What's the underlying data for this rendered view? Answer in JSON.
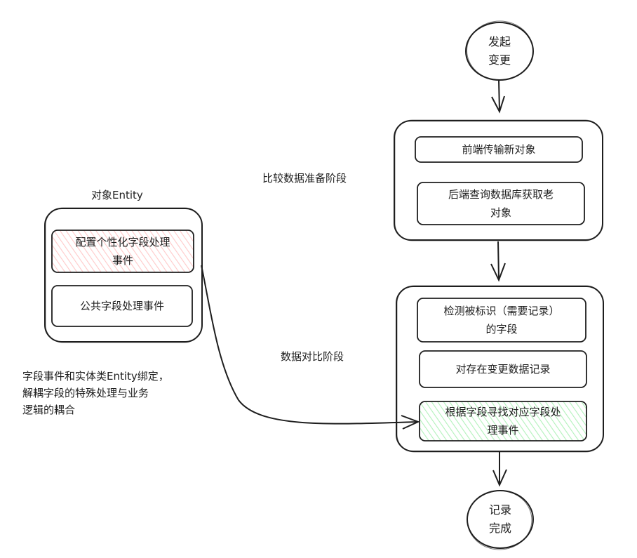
{
  "nodes": {
    "start": "发起\n变更",
    "end": "记录\n完成",
    "frontend_new_object": "前端传输新对象",
    "backend_old_object": "后端查询数据库获取老\n对象",
    "detect_fields": "检测被标识（需要记录）\n的字段",
    "record_changes": "对存在变更数据记录",
    "find_handler": "根据字段寻找对应字段处\n理事件",
    "custom_handler": "配置个性化字段处理\n事件",
    "common_handler": "公共字段处理事件"
  },
  "labels": {
    "entity_title": "对象Entity",
    "prepare_stage": "比较数据准备阶段",
    "compare_stage": "数据对比阶段",
    "note": "字段事件和实体类Entity绑定，\n解耦字段的特殊处理与业务\n逻辑的耦合"
  },
  "colors": {
    "stroke": "#1e1e1e",
    "custom_handler_fill": "#ffc9c9",
    "find_handler_fill": "#b2f2bb"
  }
}
